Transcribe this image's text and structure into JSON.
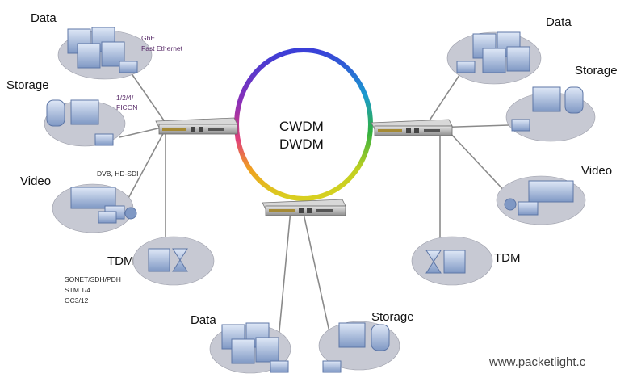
{
  "ring": {
    "line1": "CWDM",
    "line2": "DWDM"
  },
  "left": {
    "data": "Data",
    "storage": "Storage",
    "video": "Video",
    "tdm": "TDM",
    "gbe": "GbE",
    "fast_ethernet": "Fast Ethernet",
    "fc": "1/2/4/",
    "ficon": "FICON",
    "dvb": "DVB, HD-SDI",
    "sonet": "SONET/SDH/PDH",
    "stm": "STM 1/4",
    "oc": "OC3/12"
  },
  "right": {
    "data": "Data",
    "storage": "Storage",
    "video": "Video",
    "tdm": "TDM"
  },
  "bottom": {
    "data": "Data",
    "storage": "Storage"
  },
  "watermark": "www.packetlight.c",
  "colors": {
    "platter": "#c7c9d3",
    "device": "#9fb4d6",
    "line": "#8a8a8a",
    "label_small": "#5a2d6a"
  }
}
